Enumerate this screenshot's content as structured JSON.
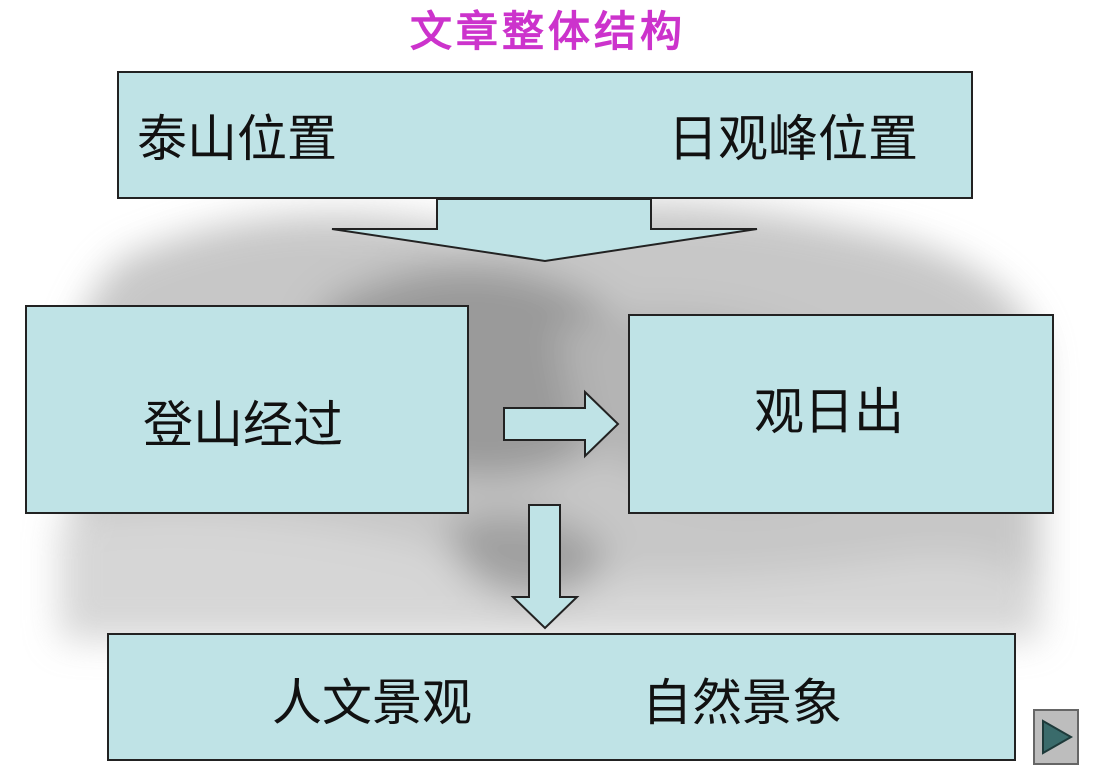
{
  "title": "文章整体结构",
  "top_box": {
    "left_label": "泰山位置",
    "right_label": "日观峰位置"
  },
  "middle_left_box": {
    "label": "登山经过"
  },
  "middle_right_box": {
    "label": "观日出"
  },
  "bottom_box": {
    "left_label": "人文景观",
    "right_label": "自然景象"
  },
  "colors": {
    "title": "#cc33cc",
    "box_fill": "#bfe3e6",
    "box_border": "#222222"
  },
  "icons": {
    "next": "play-triangle-icon"
  }
}
